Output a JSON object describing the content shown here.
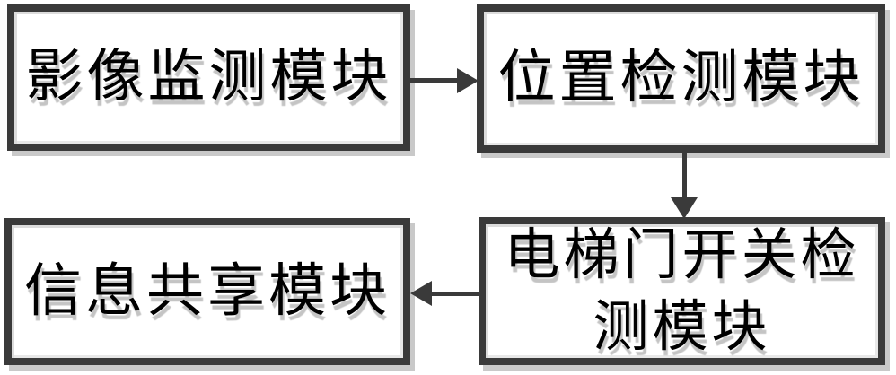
{
  "diagram": {
    "title": "elevator-module-flow-diagram",
    "colors": {
      "background": "#ffffff",
      "box_fill": "#ffffff",
      "border_and_arrows": "#3a3a3a",
      "drop_shadow": "#c9c9c9",
      "text": "#000000",
      "text_ghost_shadow": "#c4c4c4"
    },
    "nodes": {
      "image_monitoring": {
        "label": "影像监测模块"
      },
      "position_detection": {
        "label": "位置检测模块"
      },
      "door_switch_detection": {
        "label": "电梯门开关检测模块",
        "lines": [
          "电梯门开关检",
          "测模块"
        ]
      },
      "info_sharing": {
        "label": "信息共享模块"
      }
    },
    "edges": [
      {
        "from": "image_monitoring",
        "to": "position_detection",
        "direction": "right"
      },
      {
        "from": "position_detection",
        "to": "door_switch_detection",
        "direction": "down"
      },
      {
        "from": "door_switch_detection",
        "to": "info_sharing",
        "direction": "left"
      }
    ]
  }
}
